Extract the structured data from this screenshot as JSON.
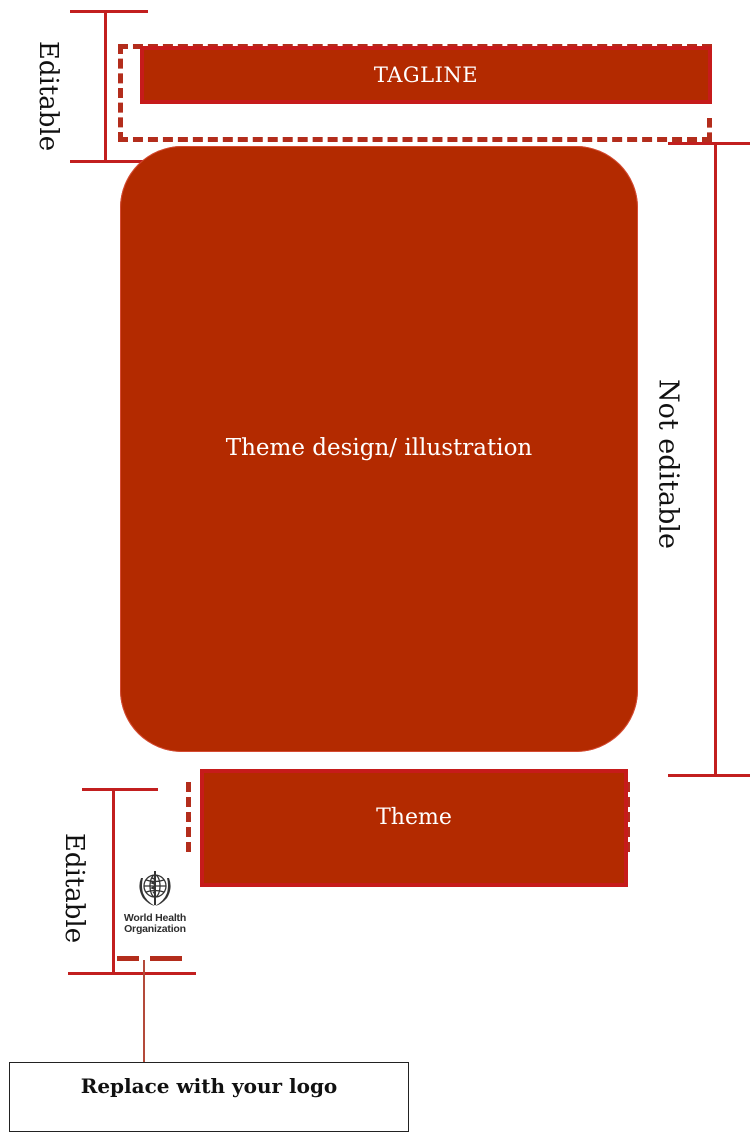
{
  "tagline": {
    "label": "TAGLINE"
  },
  "illustration": {
    "label": "Theme design/ illustration"
  },
  "theme": {
    "label": "Theme"
  },
  "annotations": {
    "top_editable": "Editable",
    "not_editable": "Not editable",
    "bottom_editable": "Editable"
  },
  "logo": {
    "name": "World Health Organization",
    "line1": "World Health",
    "line2": "Organization",
    "icon": "who-emblem-icon"
  },
  "callout": {
    "text": "Replace with your logo"
  },
  "colors": {
    "accent_fill": "#b32a00",
    "accent_line": "#c21f1f",
    "text_on_accent": "#ffffff"
  }
}
